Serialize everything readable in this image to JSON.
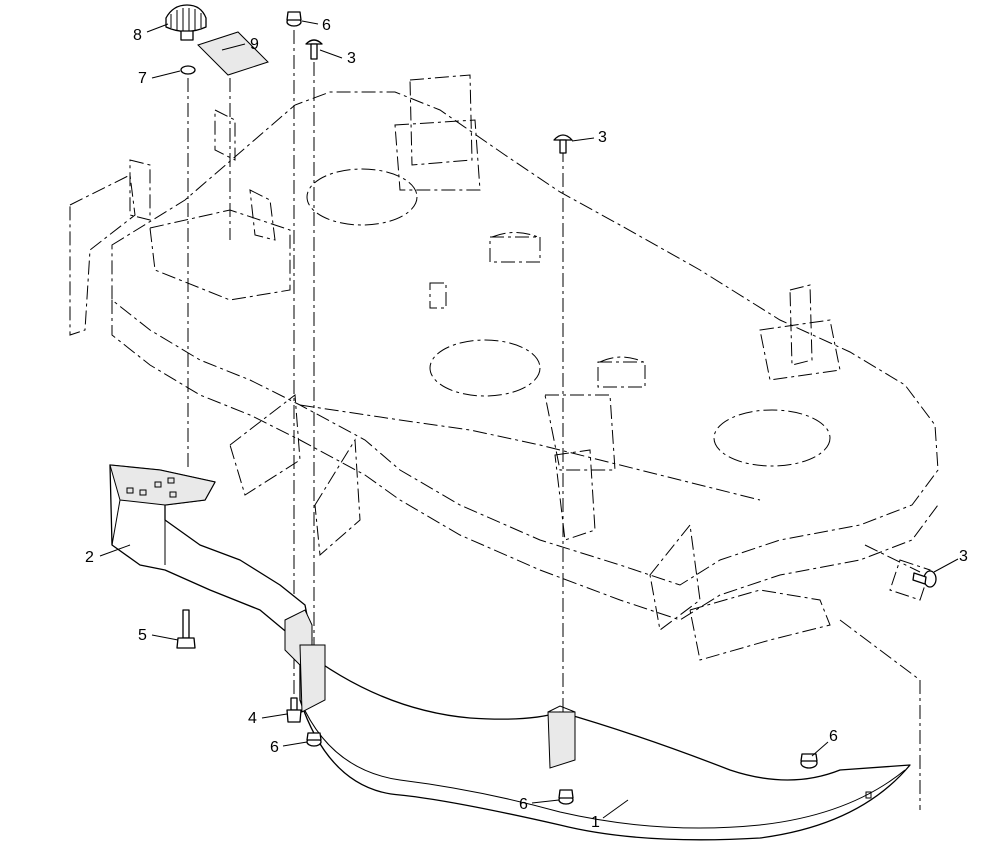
{
  "callouts": [
    {
      "number": "8",
      "part": "knob"
    },
    {
      "number": "9",
      "part": "decal"
    },
    {
      "number": "6",
      "part": "flange-nut"
    },
    {
      "number": "3",
      "part": "carriage-bolt"
    },
    {
      "number": "7",
      "part": "washer"
    },
    {
      "number": "3",
      "part": "carriage-bolt"
    },
    {
      "number": "2",
      "part": "left-baffle"
    },
    {
      "number": "3",
      "part": "carriage-bolt"
    },
    {
      "number": "5",
      "part": "bolt"
    },
    {
      "number": "4",
      "part": "bolt"
    },
    {
      "number": "6",
      "part": "flange-nut"
    },
    {
      "number": "6",
      "part": "flange-nut"
    },
    {
      "number": "6",
      "part": "flange-nut"
    },
    {
      "number": "1",
      "part": "front-baffle"
    }
  ]
}
